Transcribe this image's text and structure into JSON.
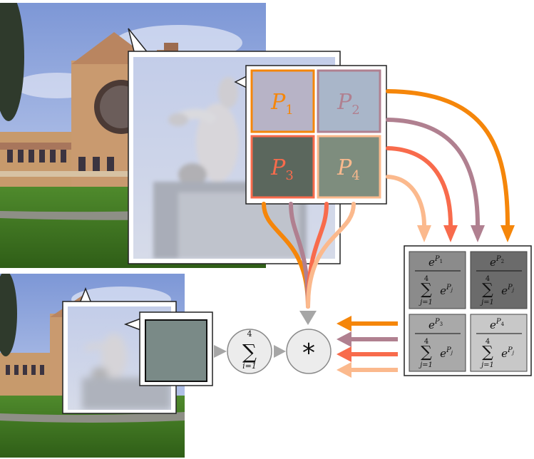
{
  "palette": {
    "p1": "#f5860a",
    "p2": "#b08090",
    "p3": "#f86b4c",
    "p4": "#fbb98d",
    "op_fill": "#ececec",
    "op_stroke": "#8a8a8a",
    "arrow_gray": "#a6a6a6"
  },
  "patches": [
    {
      "id": "P1",
      "letter": "P",
      "sub": "1",
      "fill": "#b7b3c6",
      "border": "#f5860a",
      "text_color": "#f5860a"
    },
    {
      "id": "P2",
      "letter": "P",
      "sub": "2",
      "fill": "#a9b6c9",
      "border": "#b08090",
      "text_color": "#b08090"
    },
    {
      "id": "P3",
      "letter": "P",
      "sub": "3",
      "fill": "#5b675d",
      "border": "#f86b4c",
      "text_color": "#f86b4c"
    },
    {
      "id": "P4",
      "letter": "P",
      "sub": "4",
      "fill": "#7e8d7e",
      "border": "#fbb98d",
      "text_color": "#fbb98d"
    }
  ],
  "softmax": {
    "cells": [
      {
        "num_base": "e",
        "num_p": "P",
        "num_sub": "1",
        "sum_top": "4",
        "sum_bottom": "j=1",
        "den_base": "e",
        "den_p": "P",
        "den_sub": "j",
        "shade": "#8b8b8b"
      },
      {
        "num_base": "e",
        "num_p": "P",
        "num_sub": "2",
        "sum_top": "4",
        "sum_bottom": "j=1",
        "den_base": "e",
        "den_p": "P",
        "den_sub": "j",
        "shade": "#6b6b6b"
      },
      {
        "num_base": "e",
        "num_p": "P",
        "num_sub": "3",
        "sum_top": "4",
        "sum_bottom": "j=1",
        "den_base": "e",
        "den_p": "P",
        "den_sub": "j",
        "shade": "#a9a9a9"
      },
      {
        "num_base": "e",
        "num_p": "P",
        "num_sub": "4",
        "sum_top": "4",
        "sum_bottom": "j=1",
        "den_base": "e",
        "den_p": "P",
        "den_sub": "j",
        "shade": "#c8c8c8"
      }
    ]
  },
  "ops": {
    "multiply_symbol": "*",
    "sum_top": "4",
    "sum_symbol": "∑",
    "sum_bottom": "i=1"
  },
  "output_pixel": {
    "fill": "#7a8a87"
  },
  "photos": {
    "top": {
      "description_icon": "building-photo"
    },
    "bottom": {
      "description_icon": "building-photo"
    }
  }
}
